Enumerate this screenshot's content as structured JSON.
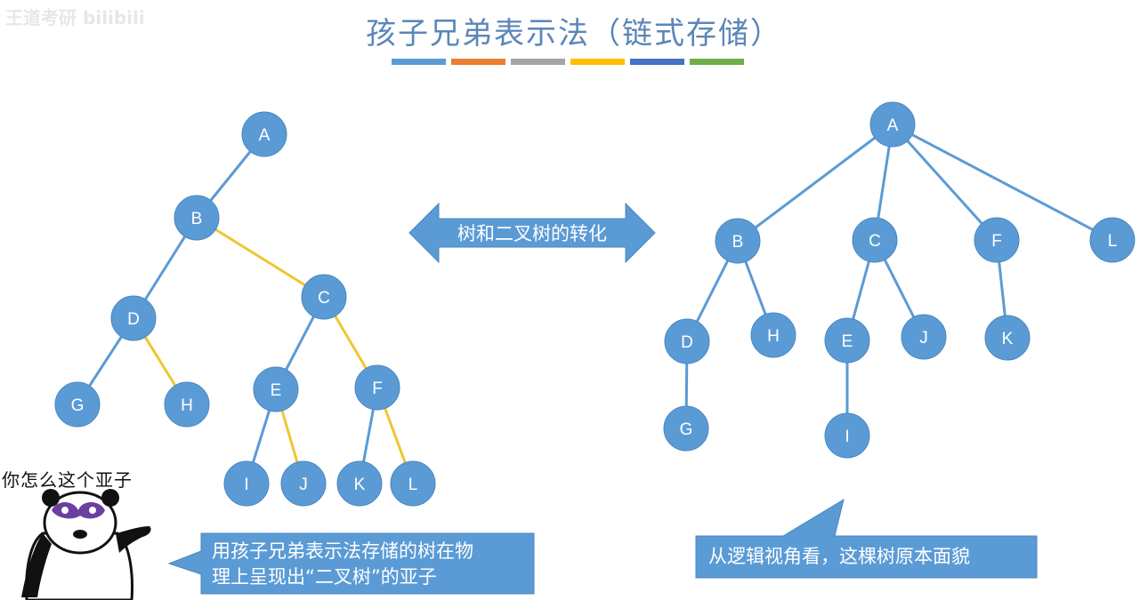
{
  "watermark": "王道考研 bilibili",
  "title": "孩子兄弟表示法（链式存储）",
  "color_bar": [
    "#5b9bd5",
    "#ed7d31",
    "#a5a5a5",
    "#ffc000",
    "#4472c4",
    "#70ad47"
  ],
  "colors": {
    "node": "#5b9bd5",
    "child_edge": "#5b9bd5",
    "sibling_edge": "#f0c62e",
    "arrow": "#5b9bd5"
  },
  "arrow_label": "树和二叉树的转化",
  "left_tree": {
    "nodes": [
      "A",
      "B",
      "C",
      "D",
      "H",
      "G",
      "E",
      "F",
      "I",
      "J",
      "K",
      "L"
    ],
    "child_edges": [
      [
        "A",
        "B"
      ],
      [
        "B",
        "D"
      ],
      [
        "D",
        "G"
      ],
      [
        "C",
        "E"
      ],
      [
        "E",
        "I"
      ],
      [
        "F",
        "K"
      ]
    ],
    "sibling_edges": [
      [
        "B",
        "C"
      ],
      [
        "D",
        "H"
      ],
      [
        "C",
        "F"
      ],
      [
        "E",
        "J"
      ],
      [
        "F",
        "L"
      ]
    ]
  },
  "right_tree": {
    "nodes": [
      "A",
      "B",
      "C",
      "F",
      "L",
      "D",
      "H",
      "E",
      "J",
      "K",
      "G",
      "I"
    ],
    "edges": [
      [
        "A",
        "B"
      ],
      [
        "A",
        "C"
      ],
      [
        "A",
        "F"
      ],
      [
        "A",
        "L"
      ],
      [
        "B",
        "D"
      ],
      [
        "B",
        "H"
      ],
      [
        "C",
        "E"
      ],
      [
        "C",
        "J"
      ],
      [
        "F",
        "K"
      ],
      [
        "D",
        "G"
      ],
      [
        "E",
        "I"
      ]
    ]
  },
  "meme_caption": "你怎么这个亚子",
  "left_callout": [
    "用孩子兄弟表示法存储的树在物",
    "理上呈现出“二叉树”的亚子"
  ],
  "right_callout": "从逻辑视角看，这棵树原本面貌"
}
